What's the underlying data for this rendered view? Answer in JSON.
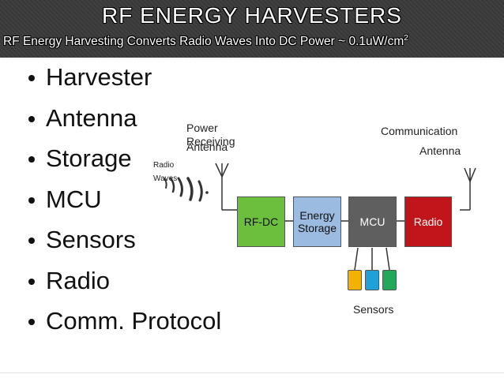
{
  "header": {
    "title": "RF ENERGY HARVESTERS",
    "subtitle": "RF Energy Harvesting Converts Radio Waves Into DC Power ~ 0.1uW/cm",
    "subtitle_sup": "2"
  },
  "bullets": [
    "Harvester",
    "Antenna",
    "Storage",
    "MCU",
    "Sensors",
    "Radio",
    "Comm. Protocol"
  ],
  "diagram": {
    "power_antenna_label_1": "Power Receiving",
    "power_antenna_label_2": "Antenna",
    "comm_antenna_label_1": "Communication",
    "comm_antenna_label_2": "Antenna",
    "radio_waves_label": "Radio Waves",
    "blocks": {
      "rfdc": "RF-DC",
      "energy_storage_1": "Energy",
      "energy_storage_2": "Storage",
      "mcu": "MCU",
      "radio": "Radio"
    },
    "sensors_label": "Sensors",
    "colors": {
      "rfdc": "#6cbf3d",
      "storage": "#9bbbe0",
      "mcu": "#5f5f5f",
      "radio": "#c0151b",
      "sensor_1": "#f2b300",
      "sensor_2": "#1ea0d8",
      "sensor_3": "#22a85a"
    }
  }
}
